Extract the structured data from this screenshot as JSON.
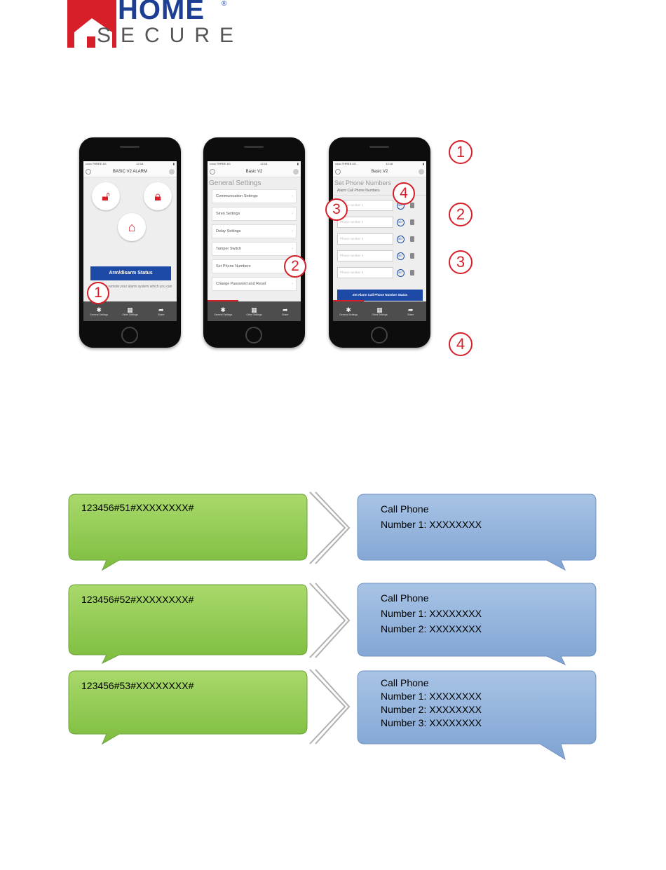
{
  "logo": {
    "brand_top": "HOME",
    "brand_bottom": "SECURE",
    "registered": "®",
    "brand_red": "#d71f2a",
    "brand_blue": "#1c3f94"
  },
  "phone1": {
    "status_left": "•••oo THREE 4G",
    "status_time": "12:18",
    "title": "BASIC V2 ALARM",
    "arm_button": "Arm/disarm Status",
    "help_text": "to remote your alarm system which you can for",
    "tabs": [
      "General Settings",
      "Other Settings",
      "Share"
    ]
  },
  "phone2": {
    "status_left": "•••oo THREE 4G",
    "status_time": "12:18",
    "title": "Basic V2",
    "heading": "General Settings",
    "items": [
      "Communication Settings",
      "Siren Settings",
      "Delay Settings",
      "Tamper Switch",
      "Set Phone Numbers",
      "Change Password and Reset"
    ],
    "tabs": [
      "General Settings",
      "Other Settings",
      "Share"
    ]
  },
  "phone3": {
    "status_left": "•••oo THREE 4G",
    "status_time": "12:18",
    "title": "Basic V2",
    "heading": "Set Phone Numbers",
    "subheading": "Alarm Call Phone Numbers",
    "placeholders": [
      "Phone number 1",
      "Phone number 2",
      "Phone number 3",
      "Phone number 4",
      "Phone number 5"
    ],
    "set_label": "SET",
    "bottom_button": "Set Alarm Call Phone Number Status",
    "tabs": [
      "General Settings",
      "Other Settings",
      "Share"
    ]
  },
  "callouts": {
    "side": [
      "1",
      "2",
      "3",
      "4"
    ],
    "phone": [
      "1",
      "2",
      "3",
      "4"
    ]
  },
  "sms": [
    {
      "command": "123456#51#XXXXXXXX#",
      "reply": [
        "Call Phone",
        "Number 1: XXXXXXXX"
      ]
    },
    {
      "command": "123456#52#XXXXXXXX#",
      "reply": [
        "Call Phone",
        "Number 1: XXXXXXXX",
        "Number 2: XXXXXXXX"
      ]
    },
    {
      "command": "123456#53#XXXXXXXX#",
      "reply": [
        "Call Phone",
        "Number 1: XXXXXXXX",
        "Number 2: XXXXXXXX",
        "Number 3: XXXXXXXX"
      ]
    }
  ],
  "colors": {
    "command_bubble": "#8fcb4f",
    "reply_bubble": "#8fb1db"
  }
}
